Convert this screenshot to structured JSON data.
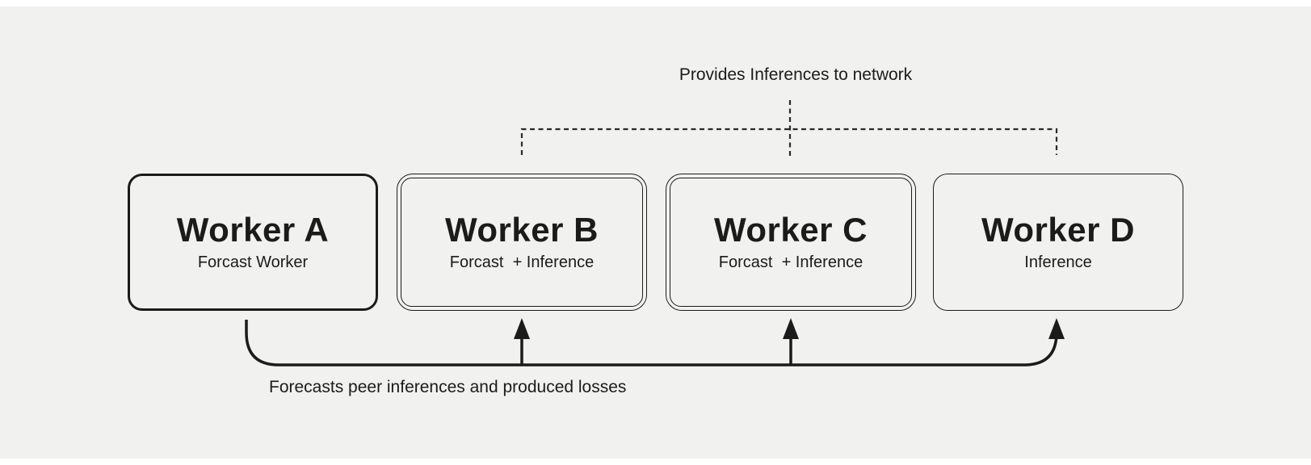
{
  "diagram": {
    "top_label": "Provides Inferences to network",
    "bottom_label": "Forecasts peer inferences and produced losses",
    "workers": [
      {
        "name": "Worker A",
        "role": "Forcast Worker"
      },
      {
        "name": "Worker B",
        "role": "Forcast  + Inference"
      },
      {
        "name": "Worker C",
        "role": "Forcast  + Inference"
      },
      {
        "name": "Worker D",
        "role": "Inference"
      }
    ],
    "colors": {
      "panel_background": "#f1f1ef",
      "ink": "#1b1b1b"
    }
  }
}
